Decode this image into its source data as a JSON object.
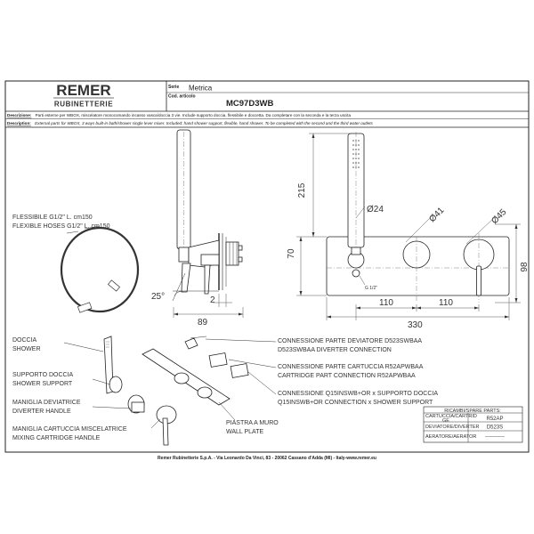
{
  "brand": {
    "name": "REMER",
    "subtitle": "RUBINETTERIE"
  },
  "header": {
    "serie_label": "Serie",
    "serie_value": "Metrica",
    "cod_label": "Cod. articolo",
    "cod_value": "MC97D3WB"
  },
  "description": {
    "it_label": "Descrizione:",
    "it_text": "Parti esterne per WBOX, miscelatore monocomando incasso vasca/doccia 3 vie. Include supporto doccia, flessibile e doccetta. Da completare con la seconda e la terza uscita",
    "en_label": "Description:",
    "en_text": "External parts for WBOX, 3 ways built-in bath/shower single lever mixer. Included: hand shower support, flexible, hand shower. To be completed with the second and the third water outlets"
  },
  "dims": {
    "d215": "215",
    "d70": "70",
    "d25": "25°",
    "d89": "89",
    "d2": "2",
    "d24": "24",
    "d41": "41",
    "d45": "45",
    "d98": "98",
    "d110a": "110",
    "d110b": "110",
    "d330": "330",
    "g12": "G 1/2\"",
    "diam": "Ø"
  },
  "labels": {
    "flex_it": "FLESSIBILE G1/2\" L. cm150",
    "flex_en": "FLEXIBLE HOSES  G1/2\" L. cm150",
    "doccia_it": "DOCCIA",
    "doccia_en": "SHOWER",
    "supporto_it": "SUPPORTO DOCCIA",
    "supporto_en": "SHOWER SUPPORT",
    "deviatrice_it": "MANIGLIA DEVIATRICE",
    "deviatrice_en": "DIVERTER HANDLE",
    "cartuccia_it": "MANIGLIA CARTUCCIA MISCELATRICE",
    "cartuccia_en": "MIXING CARTRIDGE HANDLE",
    "piastra_it": "PIASTRA A MURO",
    "piastra_en": "WALL PLATE",
    "conn_dev_it": "CONNESSIONE PARTE DEVIATORE  D523SWBAA",
    "conn_dev_en": "D523SWBAA DIVERTER CONNECTION",
    "conn_cart_it": "CONNESSIONE PARTE CARTUCCIA R52APWBAA",
    "conn_cart_en": "CARTRIDGE PART CONNECTION R52APWBAA",
    "conn_q_it": "CONNESSIONE Q15INSWB+OR x SUPPORTO DOCCIA",
    "conn_q_en": "Q15INSWB+OR CONNECTION x SHOWER SUPPORT"
  },
  "spare": {
    "title": "RICAMBI/SPARE PARTS:",
    "rows": [
      {
        "name1": "CARTUCCIA/CARTRID",
        "name2": "GE",
        "value": "R52AP"
      },
      {
        "name1": "DEVIATORE/DIVERTER",
        "name2": "",
        "value": "D523S"
      },
      {
        "name1": "AERATORE/AERATOR",
        "name2": "",
        "value": "-----------"
      }
    ]
  },
  "footer": "Remer Rubinetterie S.p.A. - Via Leonardo Da Vinci, 83 - 20062 Cassano d'Adda (MI) - Italy-www.remer.eu"
}
